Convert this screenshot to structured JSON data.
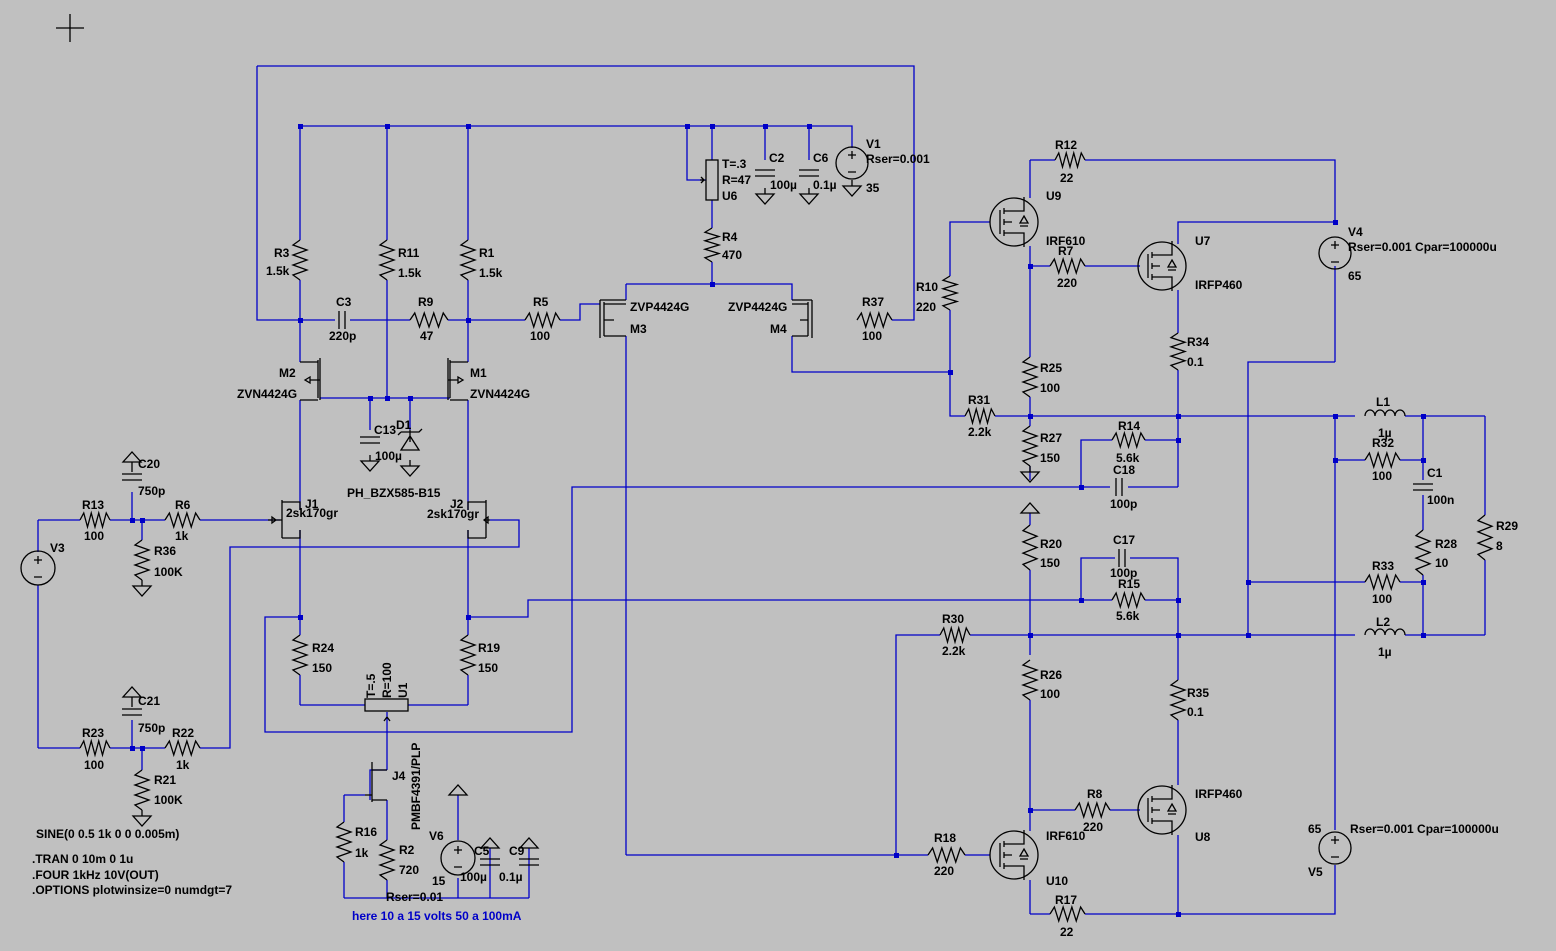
{
  "labels": {
    "R1": "R1",
    "R1v": "1.5k",
    "R3": "R3",
    "R3v": "1.5k",
    "R11": "R11",
    "R11v": "1.5k",
    "R9": "R9",
    "R9v": "47",
    "C3": "C3",
    "C3v": "220p",
    "R5": "R5",
    "R5v": "100",
    "R4": "R4",
    "R4v": "470",
    "R37": "R37",
    "R37v": "100",
    "R10": "R10",
    "R10v": "220",
    "M1": "M1",
    "M1v": "ZVN4424G",
    "M2": "M2",
    "M2v": "ZVN4424G",
    "M3": "M3",
    "M3v": "ZVP4424G",
    "M4": "M4",
    "M4v": "ZVP4424G",
    "U6": "U6",
    "U6t": "T=.3",
    "U6r": "R=47",
    "C2": "C2",
    "C2v": "100µ",
    "C6": "C6",
    "C6v": "0.1µ",
    "V1": "V1",
    "V1v": "35",
    "V1r": "Rser=0.001",
    "C13": "C13",
    "C13v": "100µ",
    "D1": "D1",
    "D1v": "PH_BZX585-B15",
    "C20": "C20",
    "C20v": "750p",
    "R13": "R13",
    "R13v": "100",
    "R6": "R6",
    "R6v": "1k",
    "R36": "R36",
    "R36v": "100K",
    "V3": "V3",
    "J1": "J1",
    "J1v": "2sk170gr",
    "J2": "J2",
    "J2v": "2sk170gr",
    "R24": "R24",
    "R24v": "150",
    "R19": "R19",
    "R19v": "150",
    "U1": "U1",
    "U1t": "T=.5",
    "U1r": "R=100",
    "C21": "C21",
    "C21v": "750p",
    "R23": "R23",
    "R23v": "100",
    "R22": "R22",
    "R22v": "1k",
    "R21": "R21",
    "R21v": "100K",
    "J4": "J4",
    "J4v": "PMBF4391/PLP",
    "R16": "R16",
    "R16v": "1k",
    "R2": "R2",
    "R2v": "720",
    "V6": "V6",
    "V6v": "15",
    "V6r": "Rser=0.01",
    "C5": "C5",
    "C5v": "100µ",
    "C9": "C9",
    "C9v": "0.1µ",
    "R12": "R12",
    "R12v": "22",
    "U9": "U9",
    "U9v": "IRF610",
    "R7": "R7",
    "R7v": "220",
    "U7": "U7",
    "U7v": "IRFP460",
    "V4": "V4",
    "V4v": "65",
    "V4r": "Rser=0.001 Cpar=100000u",
    "R34": "R34",
    "R34v": "0.1",
    "R25": "R25",
    "R25v": "100",
    "R31": "R31",
    "R31v": "2.2k",
    "R27": "R27",
    "R27v": "150",
    "R14": "R14",
    "R14v": "5.6k",
    "C18": "C18",
    "C18v": "100p",
    "R20": "R20",
    "R20v": "150",
    "C17": "C17",
    "C17v": "100p",
    "R15": "R15",
    "R15v": "5.6k",
    "R30": "R30",
    "R30v": "2.2k",
    "R26": "R26",
    "R26v": "100",
    "R35": "R35",
    "R35v": "0.1",
    "R8": "R8",
    "R8v": "220",
    "U8": "U8",
    "U8v": "IRFP460",
    "R18": "R18",
    "R18v": "220",
    "U10": "U10",
    "U10v": "IRF610",
    "R17": "R17",
    "R17v": "22",
    "V5": "V5",
    "V5v": "65",
    "V5r": "Rser=0.001 Cpar=100000u",
    "L1": "L1",
    "L1v": "1µ",
    "R32": "R32",
    "R32v": "100",
    "C1": "C1",
    "C1v": "100n",
    "R29": "R29",
    "R29v": "8",
    "R28": "R28",
    "R28v": "10",
    "R33": "R33",
    "R33v": "100",
    "L2": "L2",
    "L2v": "1µ"
  },
  "directives": {
    "sine": "SINE(0 0.5 1k 0 0 0.005m)",
    "tran": ".TRAN 0 10m 0 1u",
    "four": ".FOUR 1kHz 10V(OUT)",
    "options": ".OPTIONS plotwinsize=0 numdgt=7"
  },
  "note": "here 10 a 15 volts 50 a 100mA",
  "colors": {
    "wire": "#0000c8",
    "component": "#000000",
    "background": "#c0c0c0"
  }
}
